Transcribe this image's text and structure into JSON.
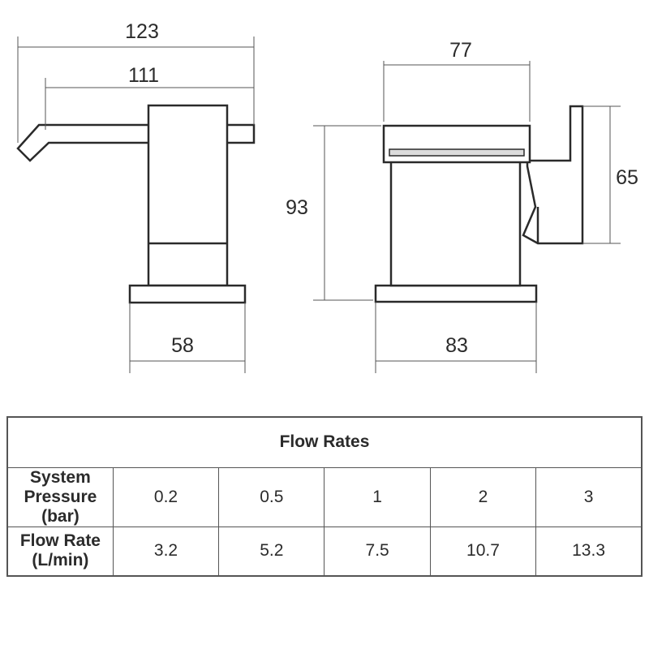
{
  "dimensions": {
    "overall_length": "123",
    "spout_length": "111",
    "front_base_width": "58",
    "side_top_width": "77",
    "side_base_width": "83",
    "total_height": "93",
    "handle_height": "65"
  },
  "table": {
    "title": "Flow Rates",
    "rows": [
      {
        "label": "System Pressure (bar)",
        "values": [
          "0.2",
          "0.5",
          "1",
          "2",
          "3"
        ]
      },
      {
        "label": "Flow Rate (L/min)",
        "values": [
          "3.2",
          "5.2",
          "7.5",
          "10.7",
          "13.3"
        ]
      }
    ]
  }
}
